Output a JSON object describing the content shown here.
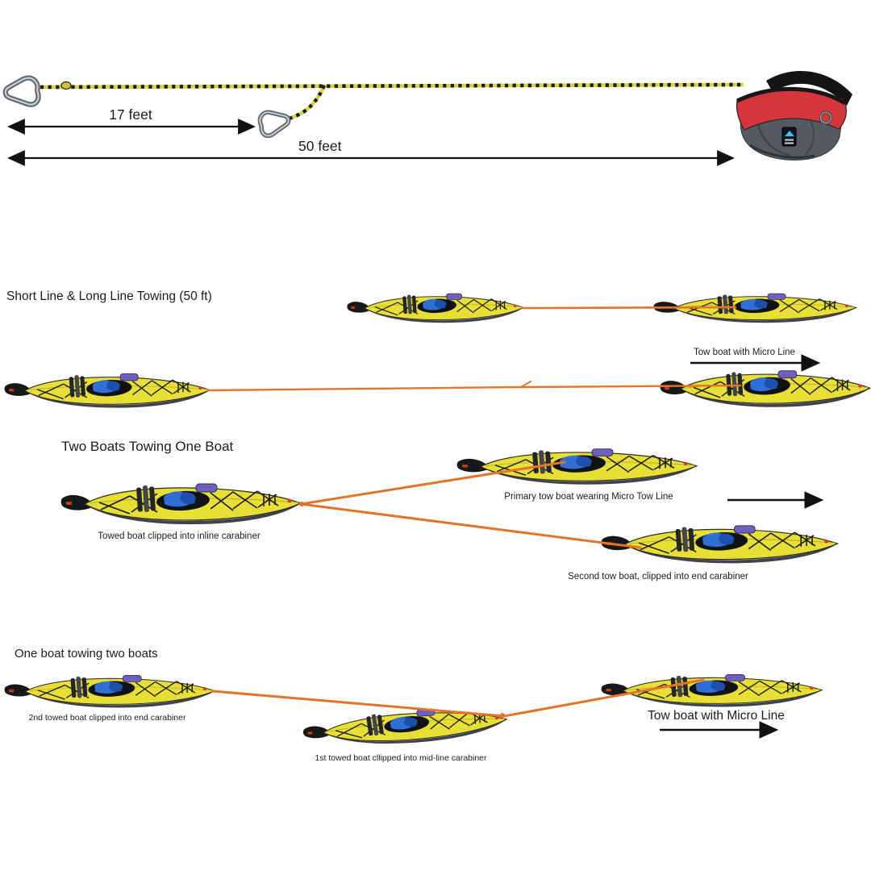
{
  "measurements": {
    "mid_clip": "17 feet",
    "full_length": "50 feet"
  },
  "sections": [
    {
      "title": "Short Line & Long Line Towing (50 ft)",
      "labels": {
        "tow_boat": "Tow boat with Micro Line"
      }
    },
    {
      "title": "Two Boats Towing One Boat",
      "labels": {
        "towed": "Towed boat clipped into inline carabiner",
        "primary": "Primary tow boat wearing Micro Tow Line",
        "second": "Second tow boat, clipped into end carabiner"
      }
    },
    {
      "title": "One boat towing two boats",
      "labels": {
        "second_towed": "2nd towed boat clipped into end carabiner",
        "first_towed": "1st towed boat cllipped into mid-line carabiner",
        "tow_boat": "Tow boat with Micro Line"
      }
    }
  ],
  "colors": {
    "kayak_yellow": "#e7df36",
    "line_orange": "#e3742a",
    "rope_yellow": "#d9d23c",
    "bag_red": "#d6353b",
    "arrow_black": "#111111"
  }
}
